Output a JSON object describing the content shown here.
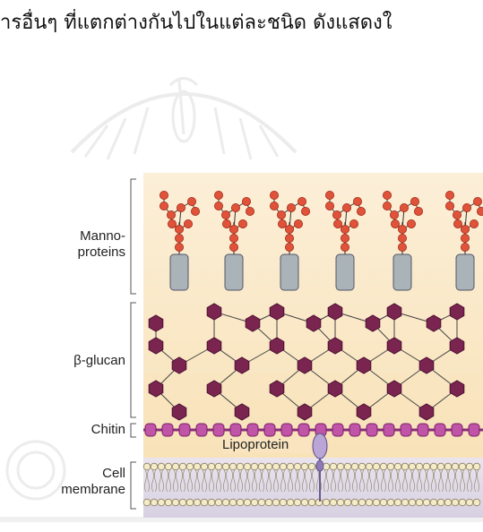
{
  "header_text": "ารอื่นๆ ที่แตกต่างกันไปในแต่ละชนิด ดังแสดงใ",
  "labels": {
    "mannoproteins_line1": "Manno-",
    "mannoproteins_line2": "proteins",
    "beta_glucan": "β-glucan",
    "chitin": "Chitin",
    "lipoprotein": "Lipoprotein",
    "cell_membrane_line1": "Cell",
    "cell_membrane_line2": "membrane"
  },
  "colors": {
    "background_top": "#fbecd2",
    "background_bottom": "#f9e4bf",
    "sugar_red": "#e0523a",
    "hexagon_purple": "#7a2450",
    "chitin_pink": "#c055a8",
    "protein_grey": "#a9b3b8",
    "lipoprotein_lilac": "#b9a6d6",
    "membrane_band": "#ddd6e6",
    "lipid_head": "#f4ebc8"
  },
  "icons": [
    "university-emblem-watermark"
  ]
}
